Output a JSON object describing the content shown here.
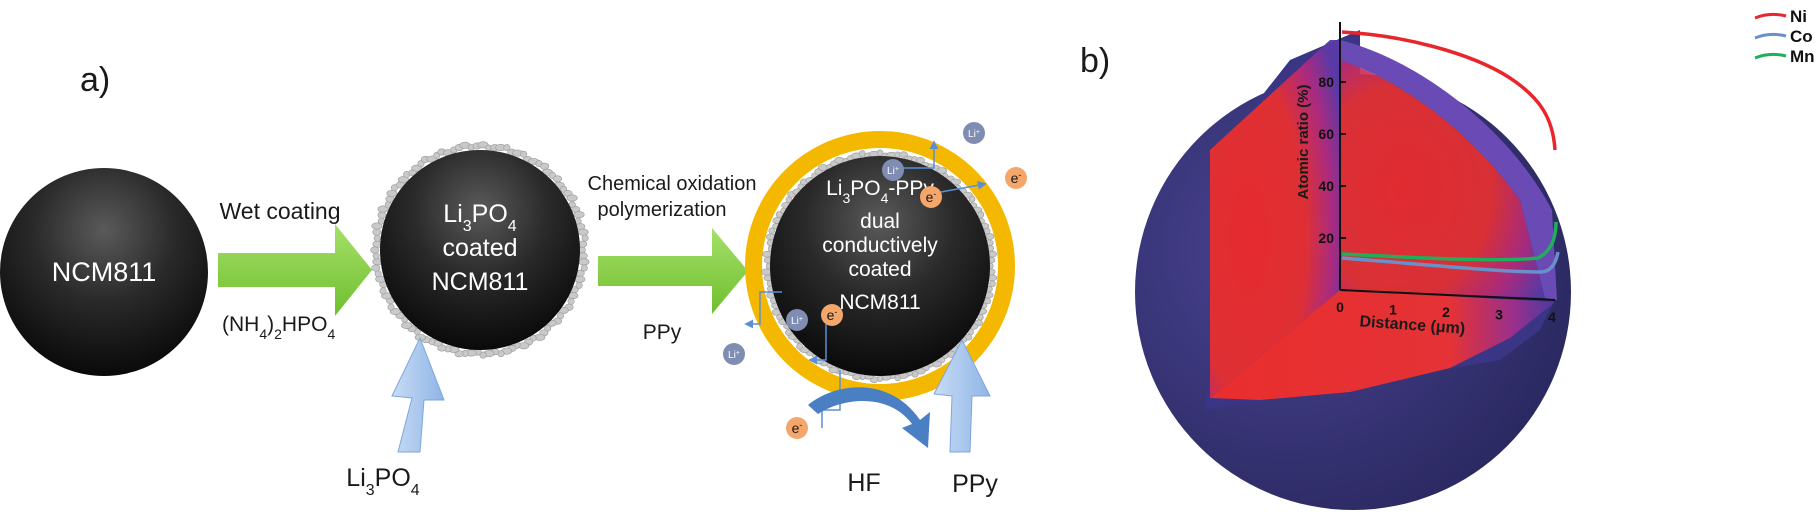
{
  "panel_labels": {
    "a": "a)",
    "b": "b)"
  },
  "stage1": {
    "label": "NCM811"
  },
  "arrow1": {
    "top": "Wet coating",
    "bottom_base": "(NH",
    "bottom_sub1": "4",
    "bottom_mid": ")",
    "bottom_sub2": "2",
    "bottom_tail": "HPO",
    "bottom_sub3": "4"
  },
  "stage2": {
    "line1_base": "Li",
    "line1_sub1": "3",
    "line1_mid": "PO",
    "line1_sub2": "4",
    "line2": "coated",
    "line3": "NCM811"
  },
  "reagent1": {
    "base": "Li",
    "sub1": "3",
    "mid": "PO",
    "sub2": "4"
  },
  "arrow2": {
    "top1": "Chemical oxidation",
    "top2": "polymerization",
    "bottom": "PPy"
  },
  "stage3": {
    "line1_base": "Li",
    "line1_sub1": "3",
    "line1_mid": "PO",
    "line1_sub2": "4",
    "line1_tail": "-PPy",
    "line2": "dual",
    "line3": "conductively",
    "line4": "coated",
    "line5": "NCM811"
  },
  "ions": {
    "li_base": "Li",
    "li_sup": "+",
    "e_base": "e",
    "e_sup": "-"
  },
  "bottom_labels": {
    "hf": "HF",
    "ppy": "PPy"
  },
  "plot3d": {
    "y_axis_label": "Atomic ratio (%)",
    "x_axis_label": "Distance (μm)",
    "y_ticks": [
      "0",
      "20",
      "40",
      "60",
      "80"
    ],
    "x_ticks": [
      "0",
      "1",
      "2",
      "3",
      "4"
    ],
    "legend": [
      {
        "name": "Ni",
        "color": "#e8262b"
      },
      {
        "name": "Co",
        "color": "#6a8fc9"
      },
      {
        "name": "Mn",
        "color": "#1fae5a"
      }
    ]
  },
  "colors": {
    "shell": "#f5b800",
    "arrow_green": "#8fd14f",
    "arrow_blue": "#a9c8ee",
    "sphere_navy": "#34306a",
    "core_red": "#e8262b"
  }
}
